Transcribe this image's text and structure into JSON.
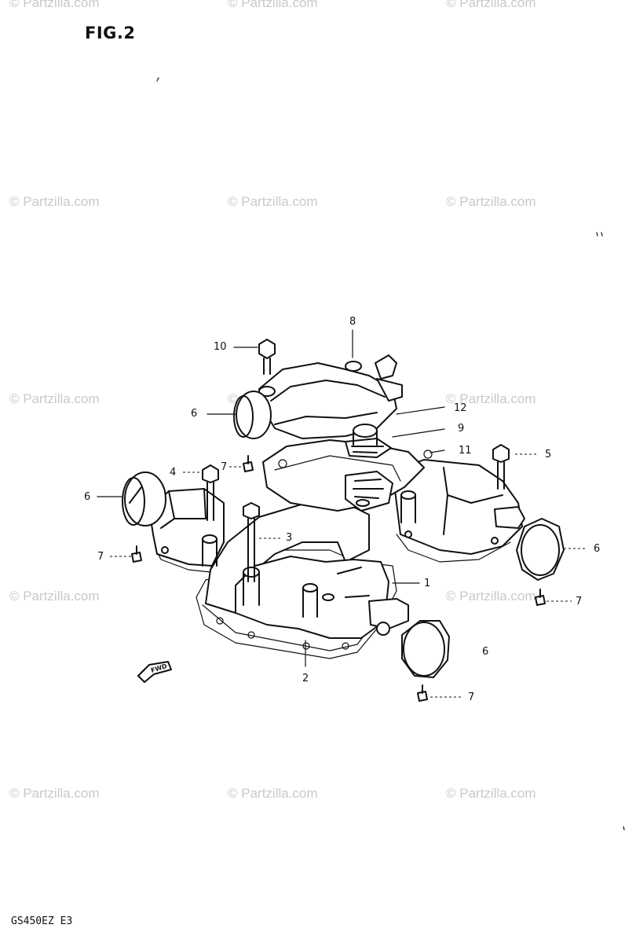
{
  "figure": {
    "title": "FIG.2",
    "code": "GS450EZ E3",
    "fwd_label": "FWD"
  },
  "watermark": {
    "text": "© Partzilla.com"
  },
  "callouts": {
    "c1": "1",
    "c2": "2",
    "c3": "3",
    "c4": "4",
    "c5": "5",
    "c6a": "6",
    "c6b": "6",
    "c6c": "6",
    "c6d": "6",
    "c7a": "7",
    "c7b": "7",
    "c7c": "7",
    "c7d": "7",
    "c8": "8",
    "c9": "9",
    "c10": "10",
    "c11": "11",
    "c12": "12"
  }
}
